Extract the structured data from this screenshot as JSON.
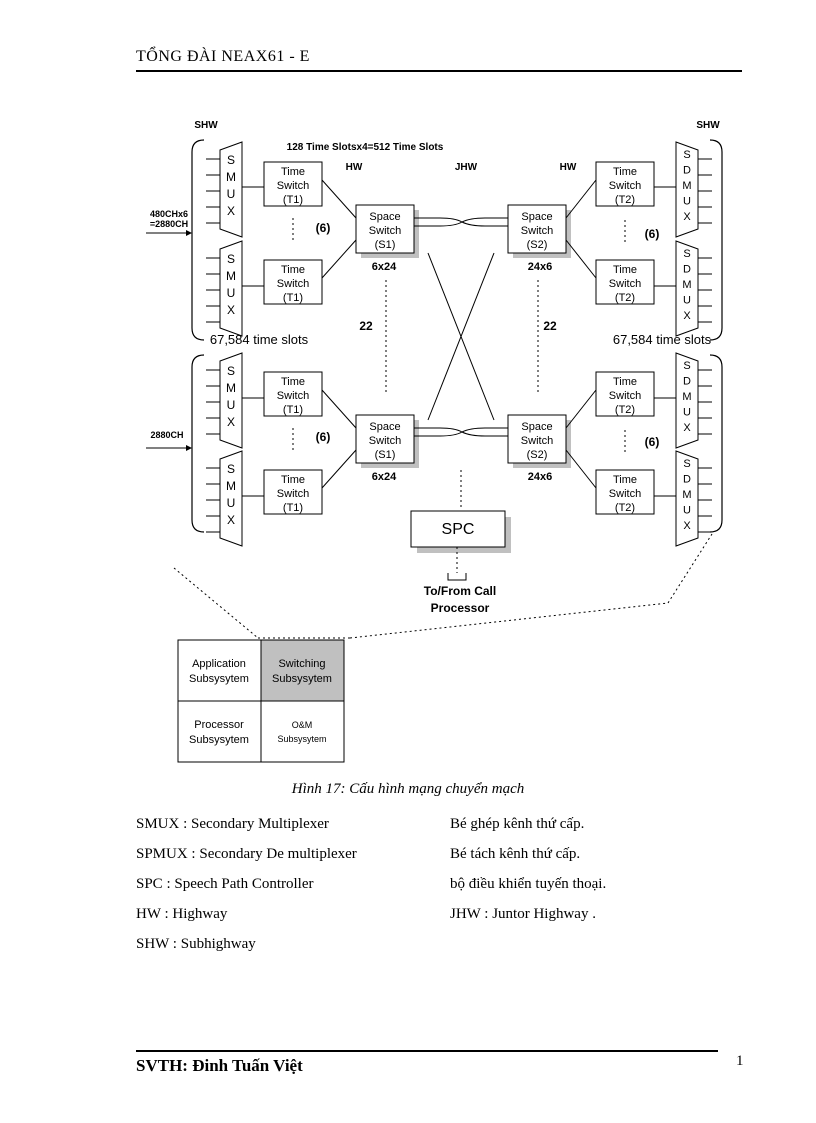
{
  "header": {
    "title": "TỔNG ĐÀI NEAX61 - E"
  },
  "diagram": {
    "shw_left": "SHW",
    "shw_right": "SHW",
    "slots_top": "128 Time Slotsx4=512 Time Slots",
    "hw_left": "HW",
    "jhw": "JHW",
    "hw_right": "HW",
    "smux_letters": [
      "S",
      "M",
      "U",
      "X"
    ],
    "sdmux_letters": [
      "S",
      "D",
      "M",
      "U",
      "X"
    ],
    "ts_l1": "Time",
    "ts_l2": "Switch",
    "t1": "(T1)",
    "t2": "(T2)",
    "sp_l1": "Space",
    "sp_l2": "Switch",
    "s1": "(S1)",
    "s2": "(S2)",
    "six": "(6)",
    "n22": "22",
    "dim_left": "6x24",
    "dim_right": "24x6",
    "input_top_1": "480CHx6",
    "input_top_2": "=2880CH",
    "input_bottom": "2880CH",
    "slots_left": "67,584 time slots",
    "slots_right": "67,584 time slots",
    "spc": "SPC",
    "to_from_1": "To/From Call",
    "to_from_2": "Processor",
    "sub_app_1": "Application",
    "sub_app_2": "Subsysytem",
    "sub_sw_1": "Switching",
    "sub_sw_2": "Subsysytem",
    "sub_proc_1": "Processor",
    "sub_proc_2": "Subsysytem",
    "sub_om_1": "O&M",
    "sub_om_2": "Subsysytem"
  },
  "caption": "Hình 17: Cấu hình mạng chuyển mạch",
  "legend": [
    {
      "term": "SMUX : Secondary Multiplexer",
      "meaning": "Bé ghép kênh thứ cấp."
    },
    {
      "term": "SPMUX : Secondary De multiplexer",
      "meaning": "Bé tách kênh thứ cấp."
    },
    {
      "term": "SPC : Speech Path Controller",
      "meaning": "bộ điều khiển tuyến thoại."
    },
    {
      "term": "HW : Highway",
      "meaning": "JHW : Juntor Highway ."
    },
    {
      "term": "SHW : Subhighway",
      "meaning": ""
    }
  ],
  "footer": {
    "author": "SVTH: Đinh Tuấn Việt",
    "page": "1"
  }
}
